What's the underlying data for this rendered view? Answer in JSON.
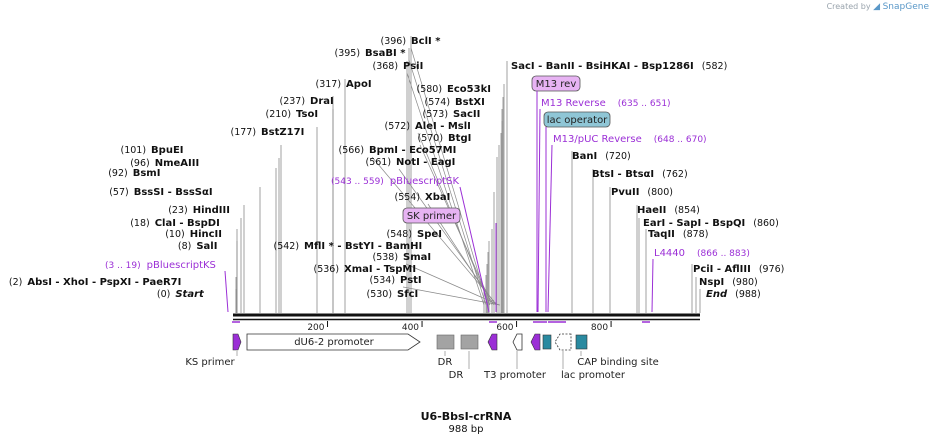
{
  "credit": {
    "prefix": "Created by",
    "brand": "SnapGene"
  },
  "construct": {
    "name": "U6-BbsI-crRNA",
    "length_label": "988 bp"
  },
  "ruler": {
    "ticks": [
      "200",
      "400",
      "600",
      "800"
    ]
  },
  "sites": [
    {
      "pos": "(0)",
      "text": "Start",
      "italic": true
    },
    {
      "pos": "(2)",
      "text": "AbsI  - XhoI  - PspXI  - PaeR7I"
    },
    {
      "pos": "(8)",
      "text": "SalI"
    },
    {
      "pos": "(10)",
      "text": "HincII"
    },
    {
      "pos": "(18)",
      "text": "ClaI  - BspDI"
    },
    {
      "pos": "(23)",
      "text": "HindIII"
    },
    {
      "pos": "(57)",
      "text": "BssSI  - BssSαI"
    },
    {
      "pos": "(92)",
      "text": "BsmI"
    },
    {
      "pos": "(96)",
      "text": "NmeAIII"
    },
    {
      "pos": "(101)",
      "text": "BpuEI"
    },
    {
      "pos": "(177)",
      "text": "BstZ17I"
    },
    {
      "pos": "(210)",
      "text": "TsoI"
    },
    {
      "pos": "(237)",
      "text": "DraI"
    },
    {
      "pos": "(317)",
      "text": "ApoI"
    },
    {
      "pos": "(368)",
      "text": "PsiI"
    },
    {
      "pos": "(395)",
      "text": "BsaBI *"
    },
    {
      "pos": "(396)",
      "text": "BclI *"
    },
    {
      "pos": "(530)",
      "text": "SfcI"
    },
    {
      "pos": "(534)",
      "text": "PstI"
    },
    {
      "pos": "(536)",
      "text": "XmaI  - TspMI"
    },
    {
      "pos": "(538)",
      "text": "SmaI"
    },
    {
      "pos": "(542)",
      "text": "MflI *  - BstYI  - BamHI"
    },
    {
      "pos": "(548)",
      "text": "SpeI"
    },
    {
      "pos": "(554)",
      "text": "XbaI"
    },
    {
      "pos": "(561)",
      "text": "NotI  - EagI"
    },
    {
      "pos": "(566)",
      "text": "BpmI  - Eco57MI"
    },
    {
      "pos": "(570)",
      "text": "BtgI"
    },
    {
      "pos": "(572)",
      "text": "AleI  - MslI"
    },
    {
      "pos": "(573)",
      "text": "SacII"
    },
    {
      "pos": "(574)",
      "text": "BstXI"
    },
    {
      "pos": "(580)",
      "text": "Eco53kI"
    },
    {
      "pos": "(582)",
      "text": "SacI  - BanII  - BsiHKAI  - Bsp1286I"
    },
    {
      "pos": "(720)",
      "text": "BanI"
    },
    {
      "pos": "(762)",
      "text": "BtsI  - BtsαI"
    },
    {
      "pos": "(800)",
      "text": "PvuII"
    },
    {
      "pos": "(854)",
      "text": "HaeII"
    },
    {
      "pos": "(860)",
      "text": "EarI  - SapI  - BspQI"
    },
    {
      "pos": "(878)",
      "text": "TaqII"
    },
    {
      "pos": "(976)",
      "text": "PciI  - AflIII"
    },
    {
      "pos": "(980)",
      "text": "NspI"
    },
    {
      "pos": "(988)",
      "text": "End",
      "italic": true
    }
  ],
  "primer_sites": [
    {
      "name": "pBluescriptKS",
      "range": "(3 .. 19)"
    },
    {
      "name": "pBluescriptSK",
      "range": "(543 .. 559)"
    },
    {
      "name": "M13 Reverse",
      "range": "(635 .. 651)"
    },
    {
      "name": "M13/pUC Reverse",
      "range": "(648 .. 670)"
    },
    {
      "name": "L4440",
      "range": "(866 .. 883)"
    }
  ],
  "boxed_features": [
    {
      "name": "M13 rev",
      "color": "#e7b3f3"
    },
    {
      "name": "lac operator",
      "color": "#8fc6d6"
    },
    {
      "name": "SK primer",
      "color": "#e7b3f3"
    }
  ],
  "features": [
    {
      "name": "KS primer"
    },
    {
      "name": "dU6-2 promoter"
    },
    {
      "name": "DR"
    },
    {
      "name": "DR"
    },
    {
      "name": "T3 promoter"
    },
    {
      "name": "lac promoter"
    },
    {
      "name": "CAP binding site"
    }
  ],
  "colors": {
    "primer": "#9b2fd6",
    "primer_fill": "#9b2fd6",
    "repeat": "#a3a3a3",
    "cap": "#2a8aa0",
    "backbone": "#111111"
  }
}
